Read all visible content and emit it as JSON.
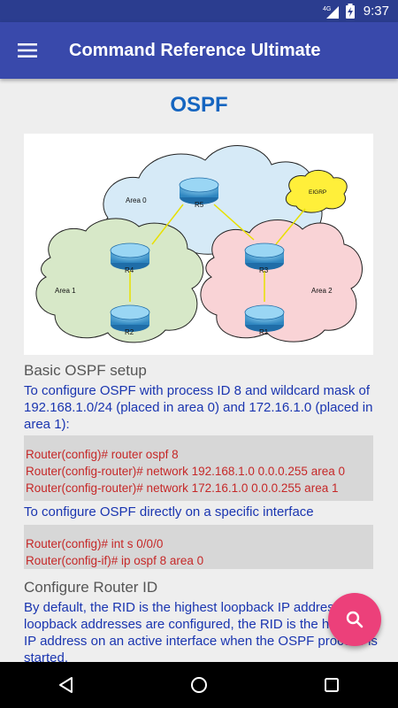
{
  "status_bar": {
    "network": "4G",
    "time": "9:37",
    "icons": [
      "signal-4g-icon",
      "battery-charging-icon"
    ]
  },
  "app_bar": {
    "title": "Command Reference Ultimate",
    "menu_icon": "hamburger-menu-icon"
  },
  "page": {
    "title": "OSPF",
    "diagram": {
      "areas": [
        "Area 0",
        "Area 1",
        "Area 2"
      ],
      "external": "EIGRP",
      "routers": [
        "R5",
        "R4",
        "R3",
        "R2",
        "R1"
      ]
    },
    "section1": {
      "heading": "Basic OSPF setup",
      "description": "To configure OSPF with process ID 8 and wildcard mask of 192.168.1.0/24 (placed in area 0) and 172.16.1.0 (placed in area 1):",
      "code": [
        "Router(config)# router ospf 8",
        "Router(config-router)# network 192.168.1.0 0.0.0.255 area 0",
        "Router(config-router)# network 172.16.1.0 0.0.0.255 area 1"
      ],
      "description2": "To configure OSPF directly on a specific interface",
      "code2": [
        "Router(config)# int s 0/0/0",
        "Router(config-if)# ip ospf 8 area 0"
      ]
    },
    "section2": {
      "heading": "Configure Router ID",
      "description": "By default, the RID is the highest loopback IP address. If no loopback addresses are configured, the RID is the highest IP address on an active interface when the OSPF process is started."
    }
  },
  "fab": {
    "icon": "search-icon",
    "color": "#ec407a"
  },
  "nav_bar": {
    "buttons": [
      "back-icon",
      "home-icon",
      "recents-icon"
    ]
  },
  "colors": {
    "primary": "#3949ab",
    "status": "#2b3d8f",
    "title": "#1565c0",
    "link_text": "#1a35b0",
    "code_text": "#c62828"
  }
}
